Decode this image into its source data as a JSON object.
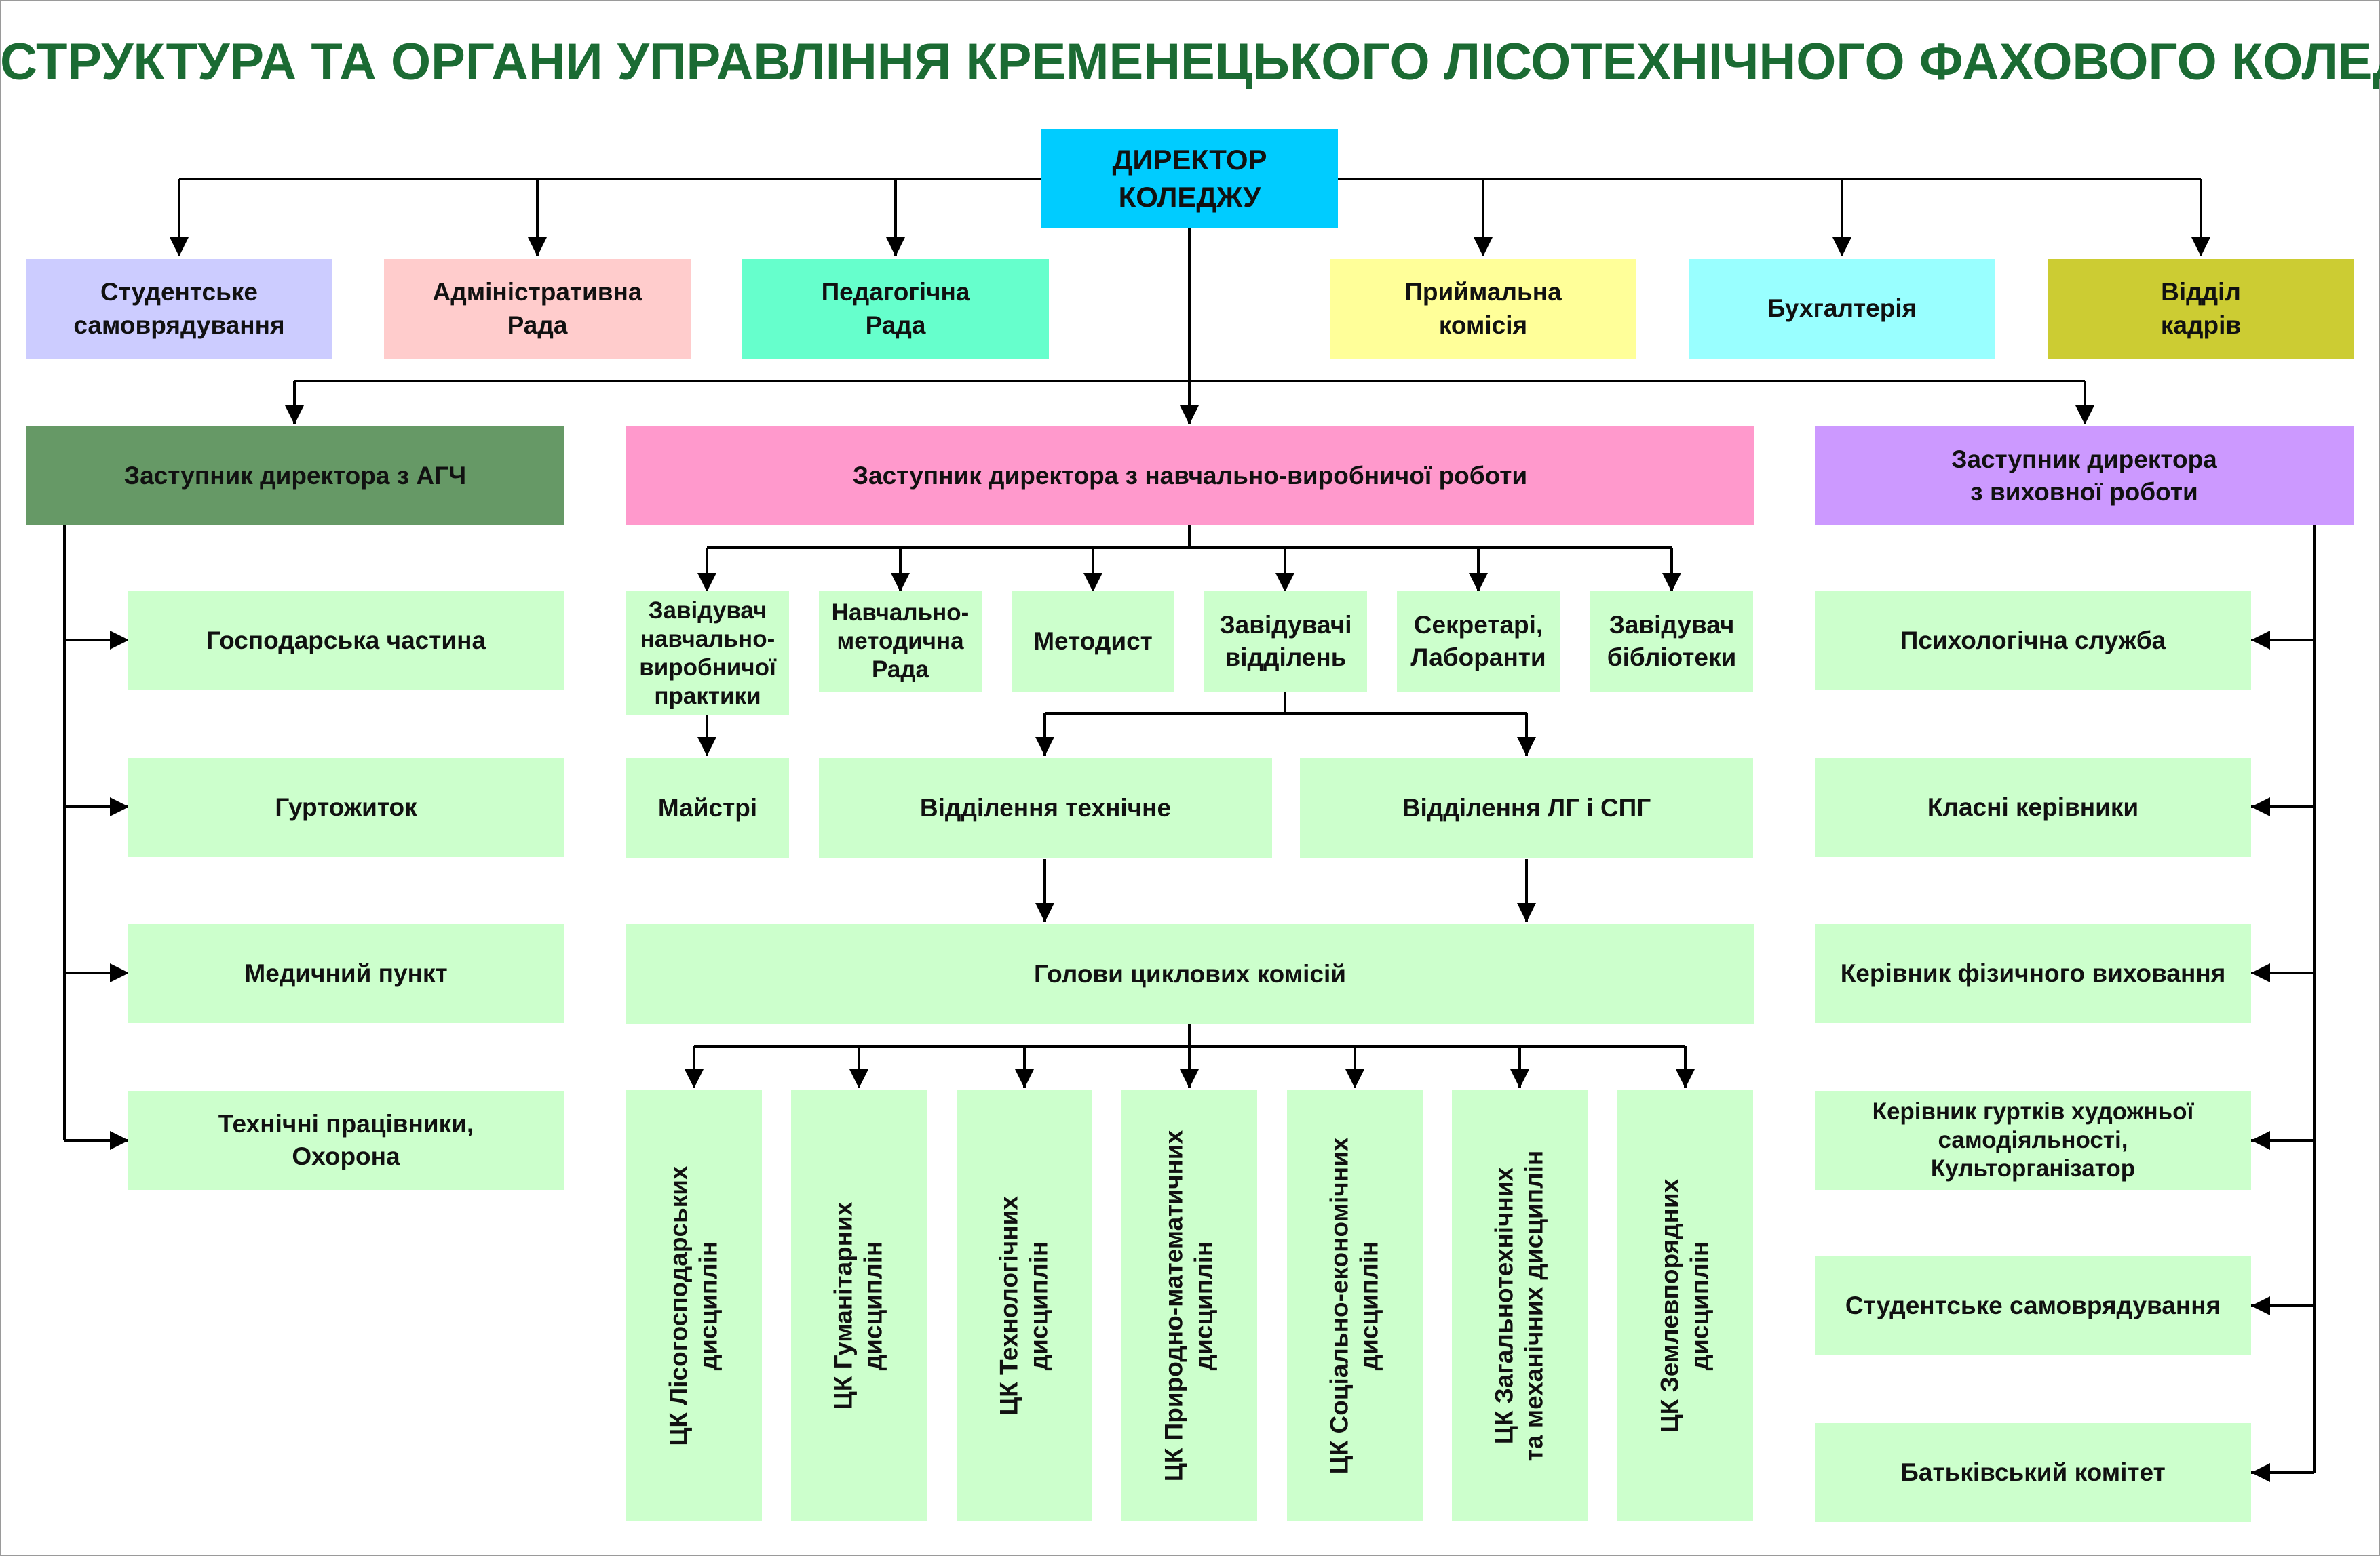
{
  "title": "СТРУКТУРА ТА ОРГАНИ УПРАВЛІННЯ КРЕМЕНЕЦЬКОГО ЛІСОТЕХНІЧНОГО ФАХОВОГО КОЛЕДЖУ",
  "director": "ДИРЕКТОР\nКОЛЕДЖУ",
  "top_units": [
    {
      "label": "Студентське\nсамоврядування",
      "color": "#ccccff"
    },
    {
      "label": "Адміністративна\nРада",
      "color": "#ffcccc"
    },
    {
      "label": "Педагогічна\nРада",
      "color": "#66ffcc"
    },
    {
      "label": "Приймальна\nкомісія",
      "color": "#ffff99"
    },
    {
      "label": "Бухгалтерія",
      "color": "#99ffff"
    },
    {
      "label": "Відділ\nкадрів",
      "color": "#cccc33"
    }
  ],
  "deputies": [
    {
      "label": "Заступник директора з АГЧ",
      "color": "#669966"
    },
    {
      "label": "Заступник директора з навчально-виробничої роботи",
      "color": "#ff99cc"
    },
    {
      "label": "Заступник директора\nз виховної роботи",
      "color": "#cc99ff"
    }
  ],
  "agch_units": [
    "Господарська частина",
    "Гуртожиток",
    "Медичний пункт",
    "Технічні працівники,\nОхорона"
  ],
  "academic_units": [
    "Завідувач\nнавчально-\nвиробничої\nпрактики",
    "Навчально-\nметодична\nРада",
    "Методист",
    "Завідувачі\nвідділень",
    "Секретарі,\nЛаборанти",
    "Завідувач\nбібліотеки"
  ],
  "masters": "Майстрі",
  "departments": [
    "Відділення технічне",
    "Відділення ЛГ і СПГ"
  ],
  "cycle_heads": "Голови циклових комісій",
  "cycle_commissions": [
    "ЦК Лісогосподарських\nдисциплін",
    "ЦК Гуманітарних\nдисциплін",
    "ЦК Технологічних\nдисциплін",
    "ЦК Природно-математичних\nдисциплін",
    "ЦК Соціально-економічних\nдисциплін",
    "ЦК Загальнотехнічних\nта механічних дисциплін",
    "ЦК Землевпорядних\nдисциплін"
  ],
  "education_units": [
    "Психологічна служба",
    "Класні керівники",
    "Керівник фізичного виховання",
    "Керівник гуртків художньої\nсамодіяльності,\nКульторганізатор",
    "Студентське самоврядування",
    "Батьківський комітет"
  ],
  "colors": {
    "title": "#1b6b33",
    "director": "#00ccff",
    "unit": "#ccffcc",
    "line": "#000000"
  }
}
